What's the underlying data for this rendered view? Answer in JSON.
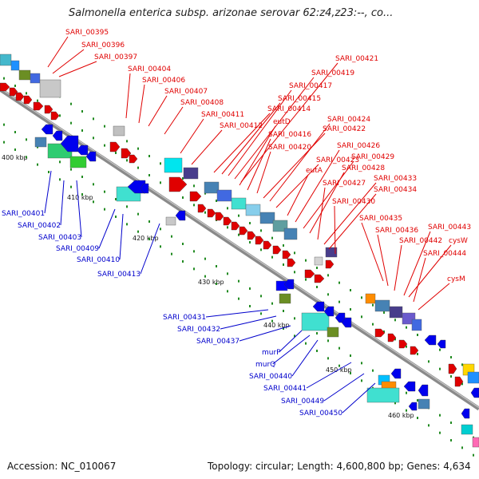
{
  "title": "Salmonella enterica subsp. arizonae serovar 62:z4,z23:--, co...",
  "footer": {
    "accession": "Accession: NC_010067",
    "topology": "Topology: circular; Length: 4,600,800 bp; Genes: 4,634"
  },
  "colors": {
    "forward_label": "#e00000",
    "reverse_label": "#0000cc",
    "backbone": "#8a8a8a",
    "tick_dots": "#228b22"
  },
  "kbp_ticks": [
    "400 kbp",
    "410 kbp",
    "420 kbp",
    "430 kbp",
    "440 kbp",
    "450 kbp",
    "460 kbp"
  ],
  "forward_genes": [
    "SARI_00395",
    "SARI_00396",
    "SARI_00397",
    "SARI_00404",
    "SARI_00406",
    "SARI_00407",
    "SARI_00408",
    "SARI_00411",
    "SARI_00412",
    "SARI_00414",
    "SARI_00415",
    "SARI_00417",
    "SARI_00419",
    "SARI_00421",
    "eutD",
    "SARI_00416",
    "SARI_00420",
    "SARI_00422",
    "SARI_00424",
    "SARI_00423",
    "eutA",
    "SARI_00426",
    "SARI_00429",
    "SARI_00428",
    "SARI_00427",
    "SARI_00433",
    "SARI_00434",
    "SARI_00430",
    "SARI_00435",
    "SARI_00436",
    "SARI_00443",
    "SARI_00442",
    "cysW",
    "SARI_00444",
    "cysM"
  ],
  "reverse_genes": [
    "SARI_00401",
    "SARI_00402",
    "SARI_00403",
    "SARI_00409",
    "SARI_00410",
    "SARI_00413",
    "SARI_00431",
    "SARI_00432",
    "SARI_00437",
    "murP",
    "murQ",
    "SARI_00440",
    "SARI_00441",
    "SARI_00449",
    "SARI_00450"
  ]
}
